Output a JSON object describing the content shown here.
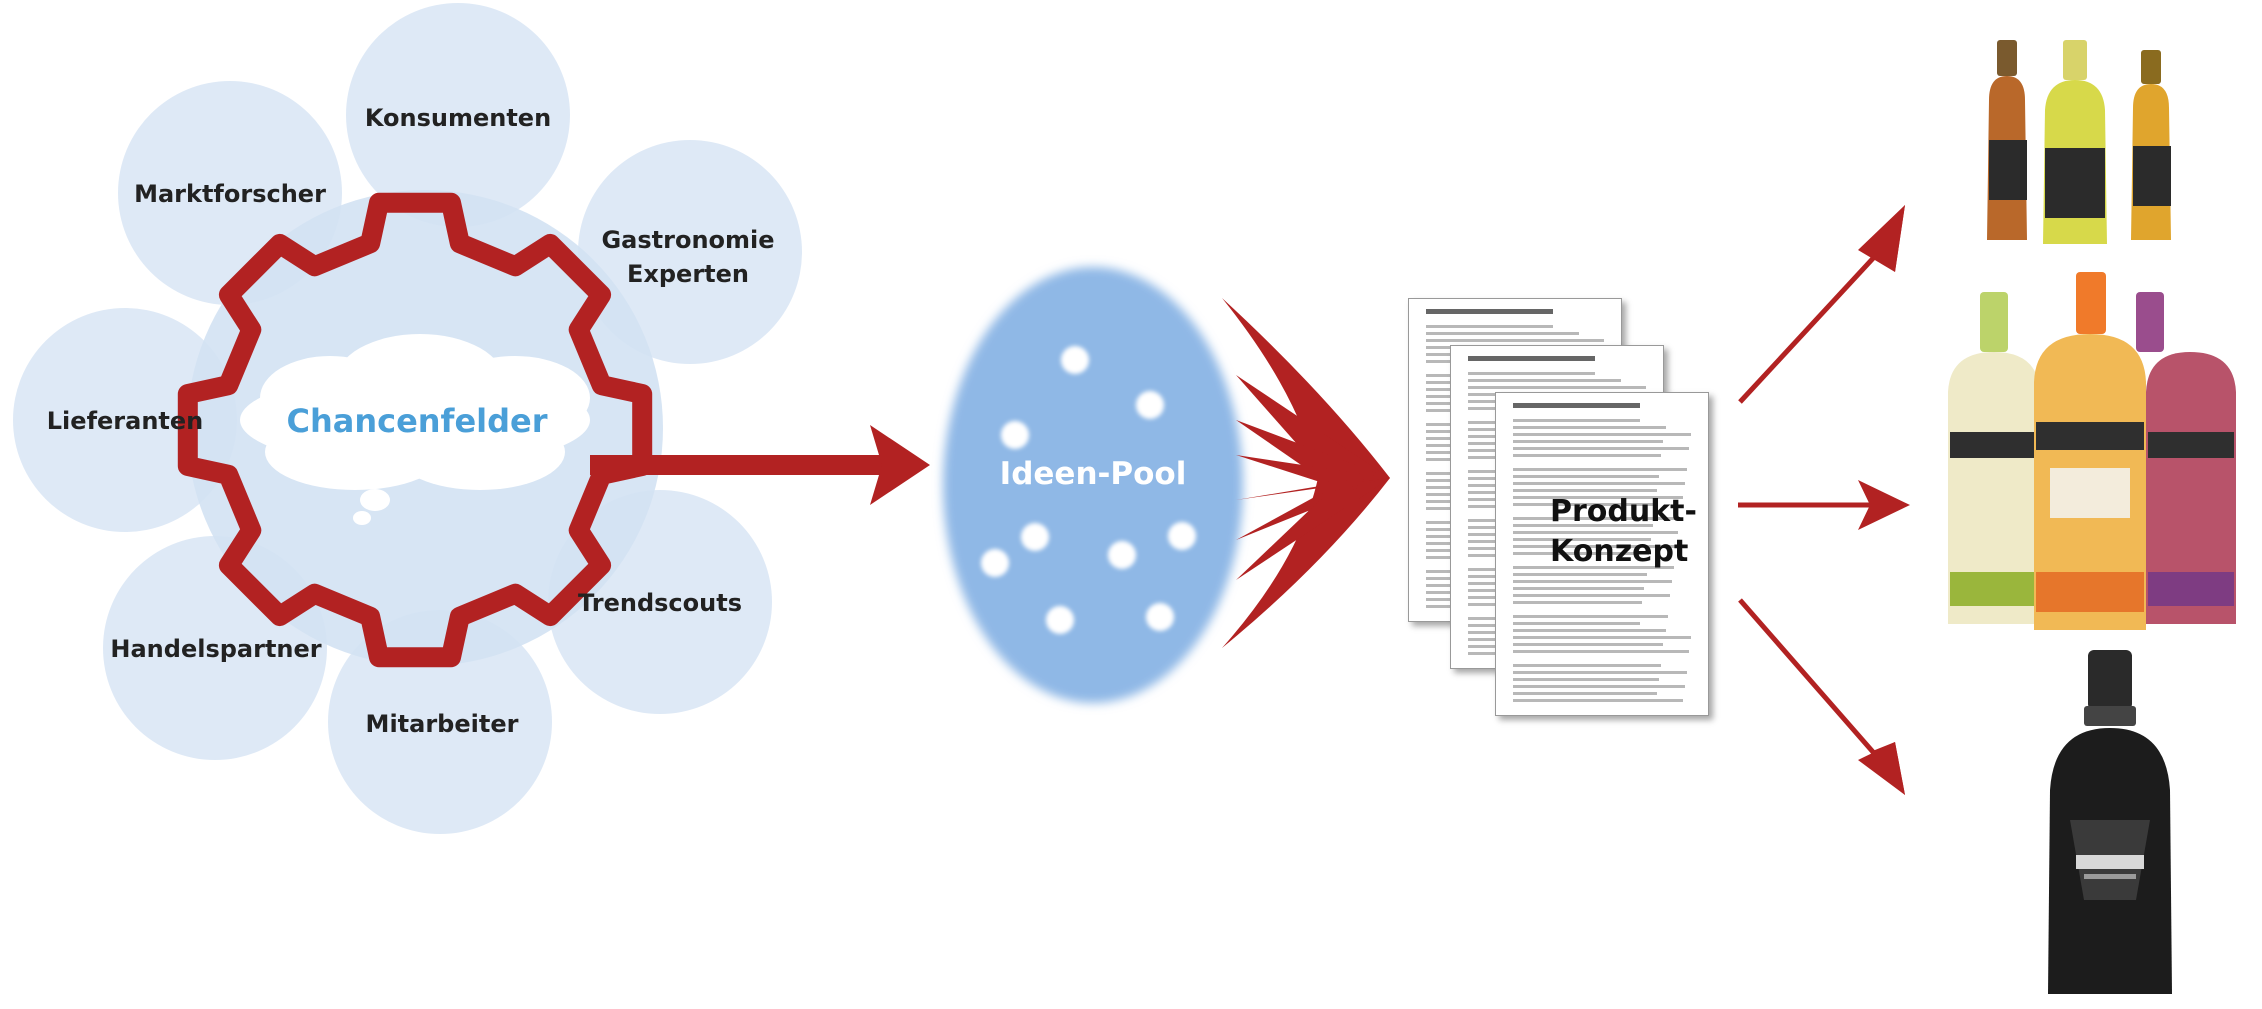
{
  "stakeholders": [
    {
      "id": "konsumenten",
      "label": "Konsumenten"
    },
    {
      "id": "marktforscher",
      "label": "Marktforscher"
    },
    {
      "id": "gastronomie",
      "label": "Gastronomie\nExperten"
    },
    {
      "id": "lieferanten",
      "label": "Lieferanten"
    },
    {
      "id": "trendscouts",
      "label": "Trendscouts"
    },
    {
      "id": "handelspartner",
      "label": "Handelspartner"
    },
    {
      "id": "mitarbeiter",
      "label": "Mitarbeiter"
    }
  ],
  "center": {
    "label": "Chancenfelder"
  },
  "pool": {
    "label": "Ideen-Pool"
  },
  "concept": {
    "label": "Produkt-\nKonzept"
  },
  "products": [
    {
      "id": "kraeuter-braut",
      "icon": "bottle-trio-icon"
    },
    {
      "id": "berentzen-signature",
      "icon": "bottle-trio-icon"
    },
    {
      "id": "tres-paises",
      "icon": "rum-bottle-icon"
    }
  ],
  "colors": {
    "bubble": "#dce8f6",
    "gear": "#b22222",
    "arrow": "#b22222",
    "pool": "#8fb8e6",
    "center_text": "#4a9fd8"
  }
}
